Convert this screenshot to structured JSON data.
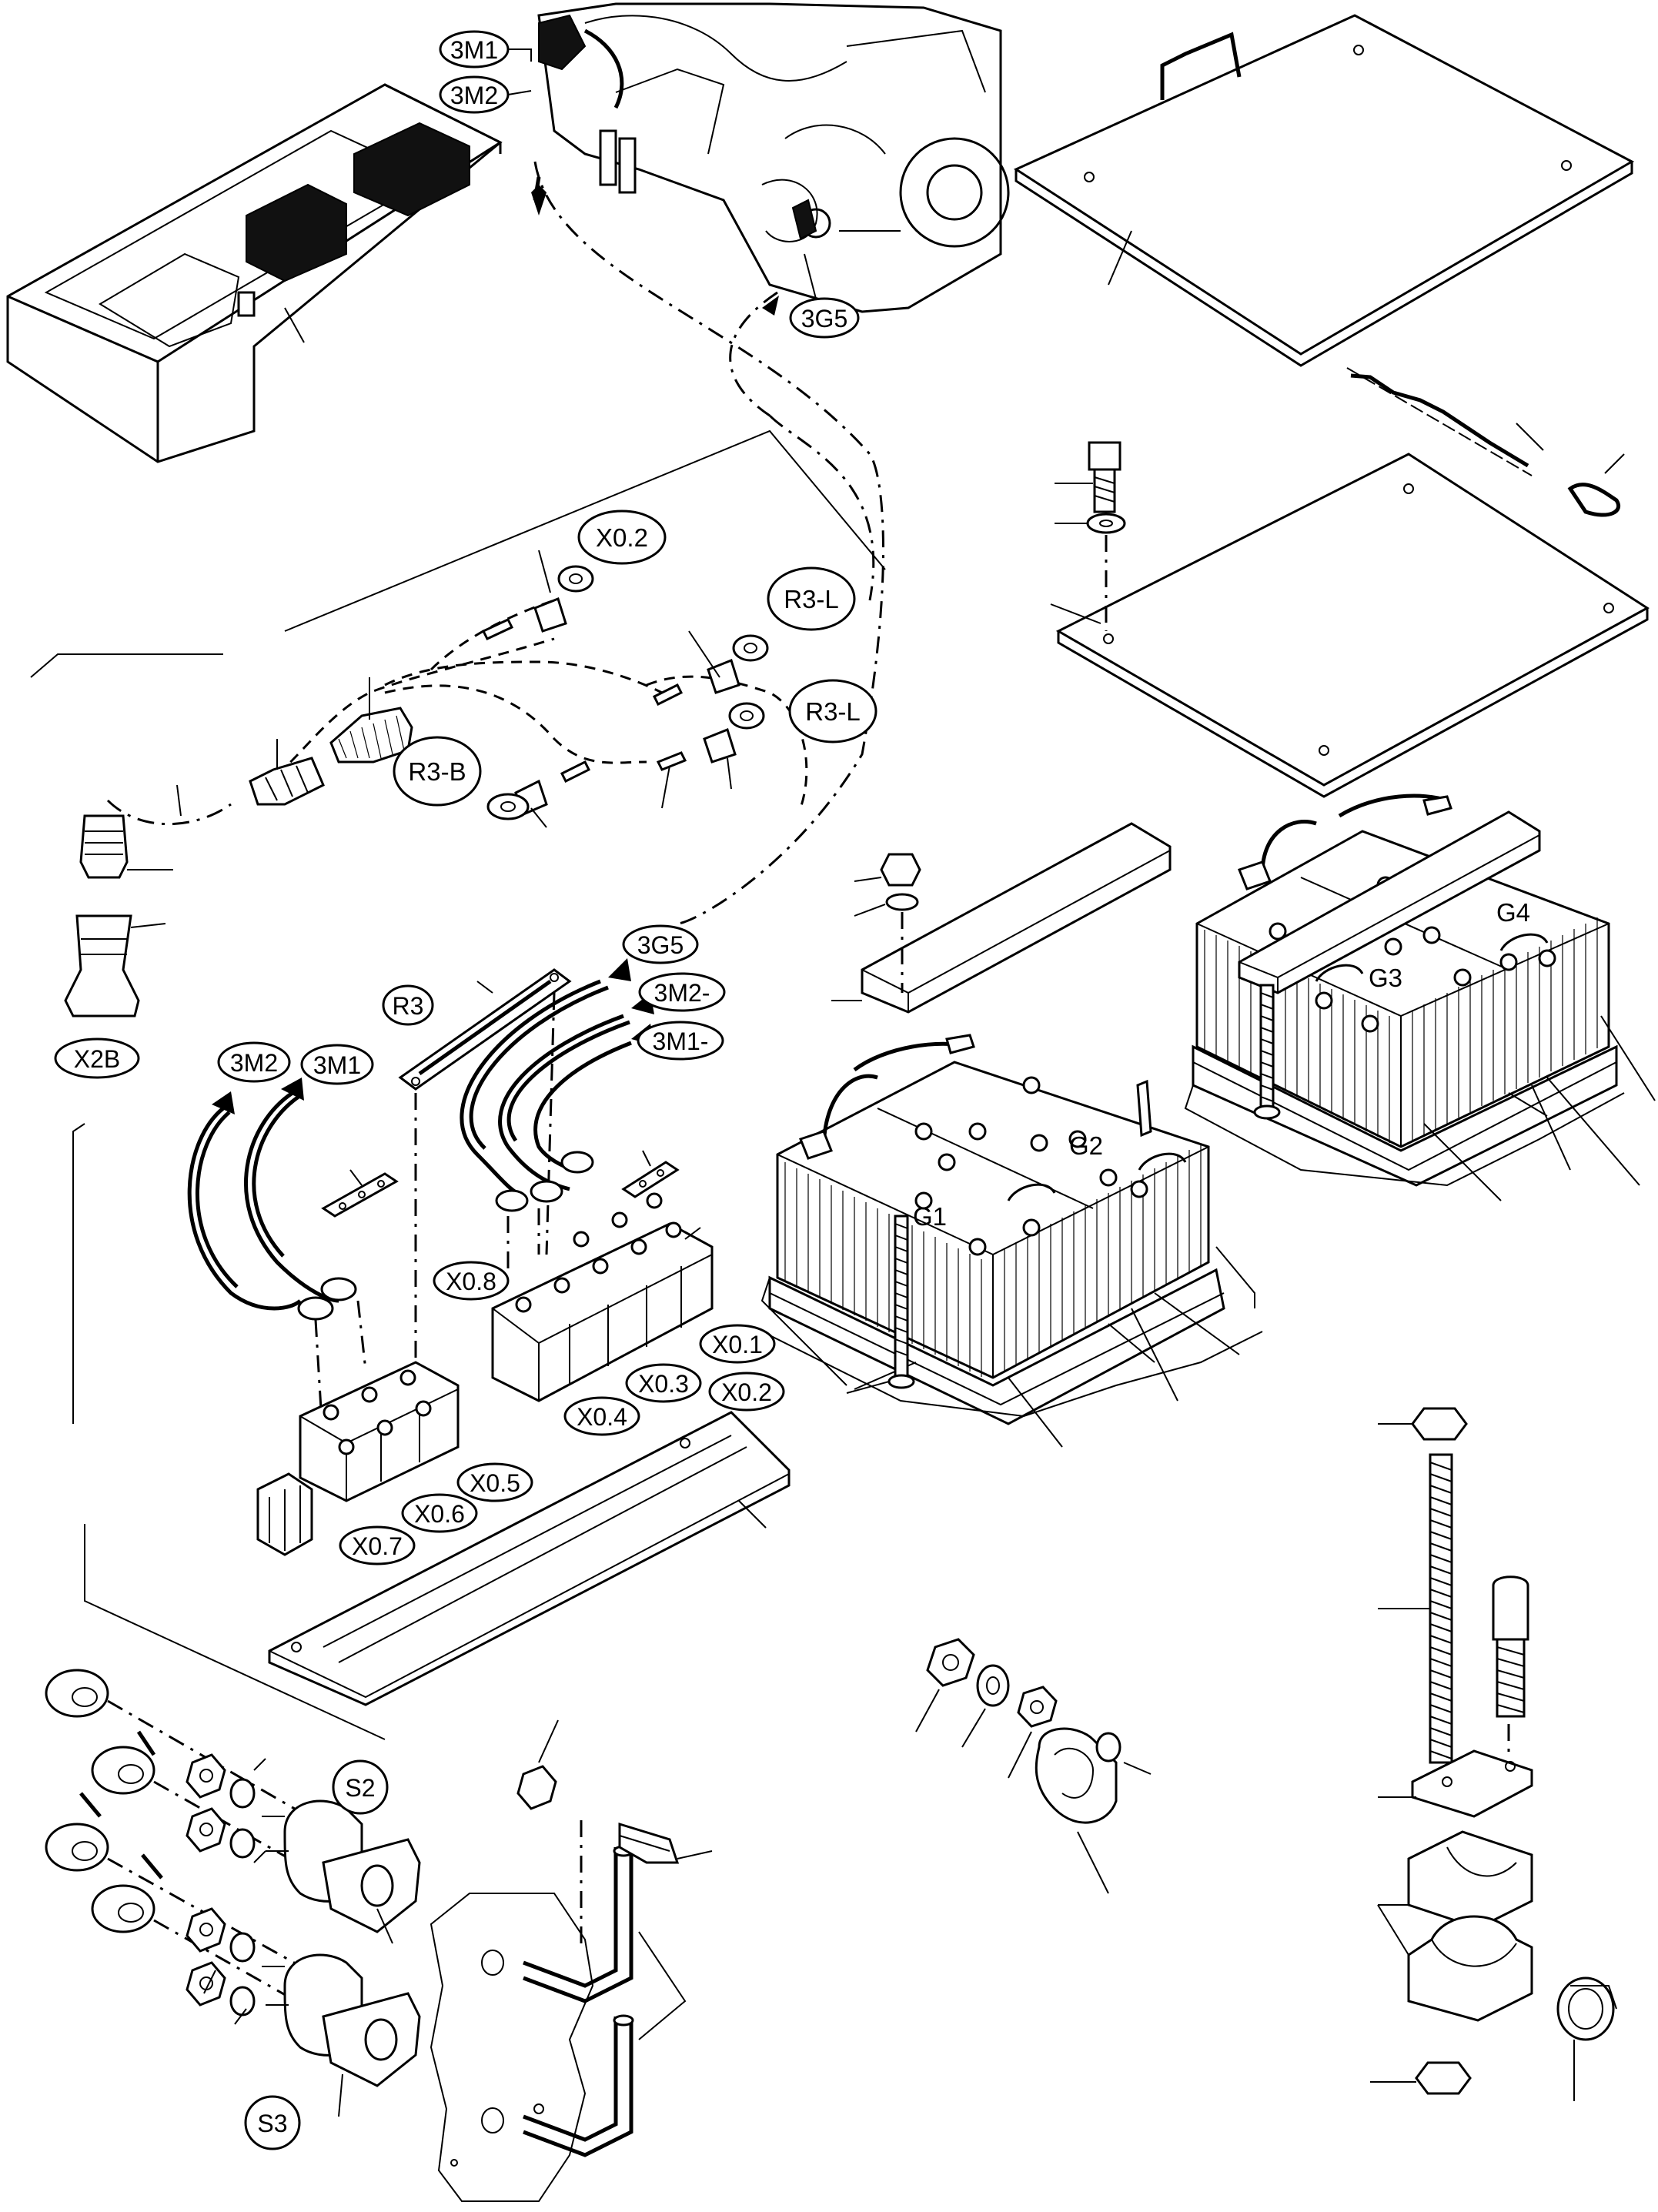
{
  "labels": [
    {
      "id": "3m1-top",
      "text": "3M1"
    },
    {
      "id": "3m2-top",
      "text": "3M2"
    },
    {
      "id": "3g5-top",
      "text": "3G5"
    },
    {
      "id": "x0-2-top",
      "text": "X0.2"
    },
    {
      "id": "r3-l-1",
      "text": "R3-L"
    },
    {
      "id": "r3-l-2",
      "text": "R3-L"
    },
    {
      "id": "r3-b",
      "text": "R3-B"
    },
    {
      "id": "x2b",
      "text": "X2B"
    },
    {
      "id": "r3",
      "text": "R3"
    },
    {
      "id": "3m2-cable",
      "text": "3M2"
    },
    {
      "id": "3m1-cable",
      "text": "3M1"
    },
    {
      "id": "3g5-cable",
      "text": "3G5"
    },
    {
      "id": "3m2-minus",
      "text": "3M2-"
    },
    {
      "id": "3m1-minus",
      "text": "3M1-"
    },
    {
      "id": "x0-8",
      "text": "X0.8"
    },
    {
      "id": "x0-1",
      "text": "X0.1"
    },
    {
      "id": "x0-3",
      "text": "X0.3"
    },
    {
      "id": "x0-2",
      "text": "X0.2"
    },
    {
      "id": "x0-4",
      "text": "X0.4"
    },
    {
      "id": "x0-5",
      "text": "X0.5"
    },
    {
      "id": "x0-6",
      "text": "X0.6"
    },
    {
      "id": "x0-7",
      "text": "X0.7"
    },
    {
      "id": "s2",
      "text": "S2"
    },
    {
      "id": "s3",
      "text": "S3"
    },
    {
      "id": "g1",
      "text": "G1"
    },
    {
      "id": "g2",
      "text": "G2"
    },
    {
      "id": "g3",
      "text": "G3"
    },
    {
      "id": "g4",
      "text": "G4"
    }
  ]
}
